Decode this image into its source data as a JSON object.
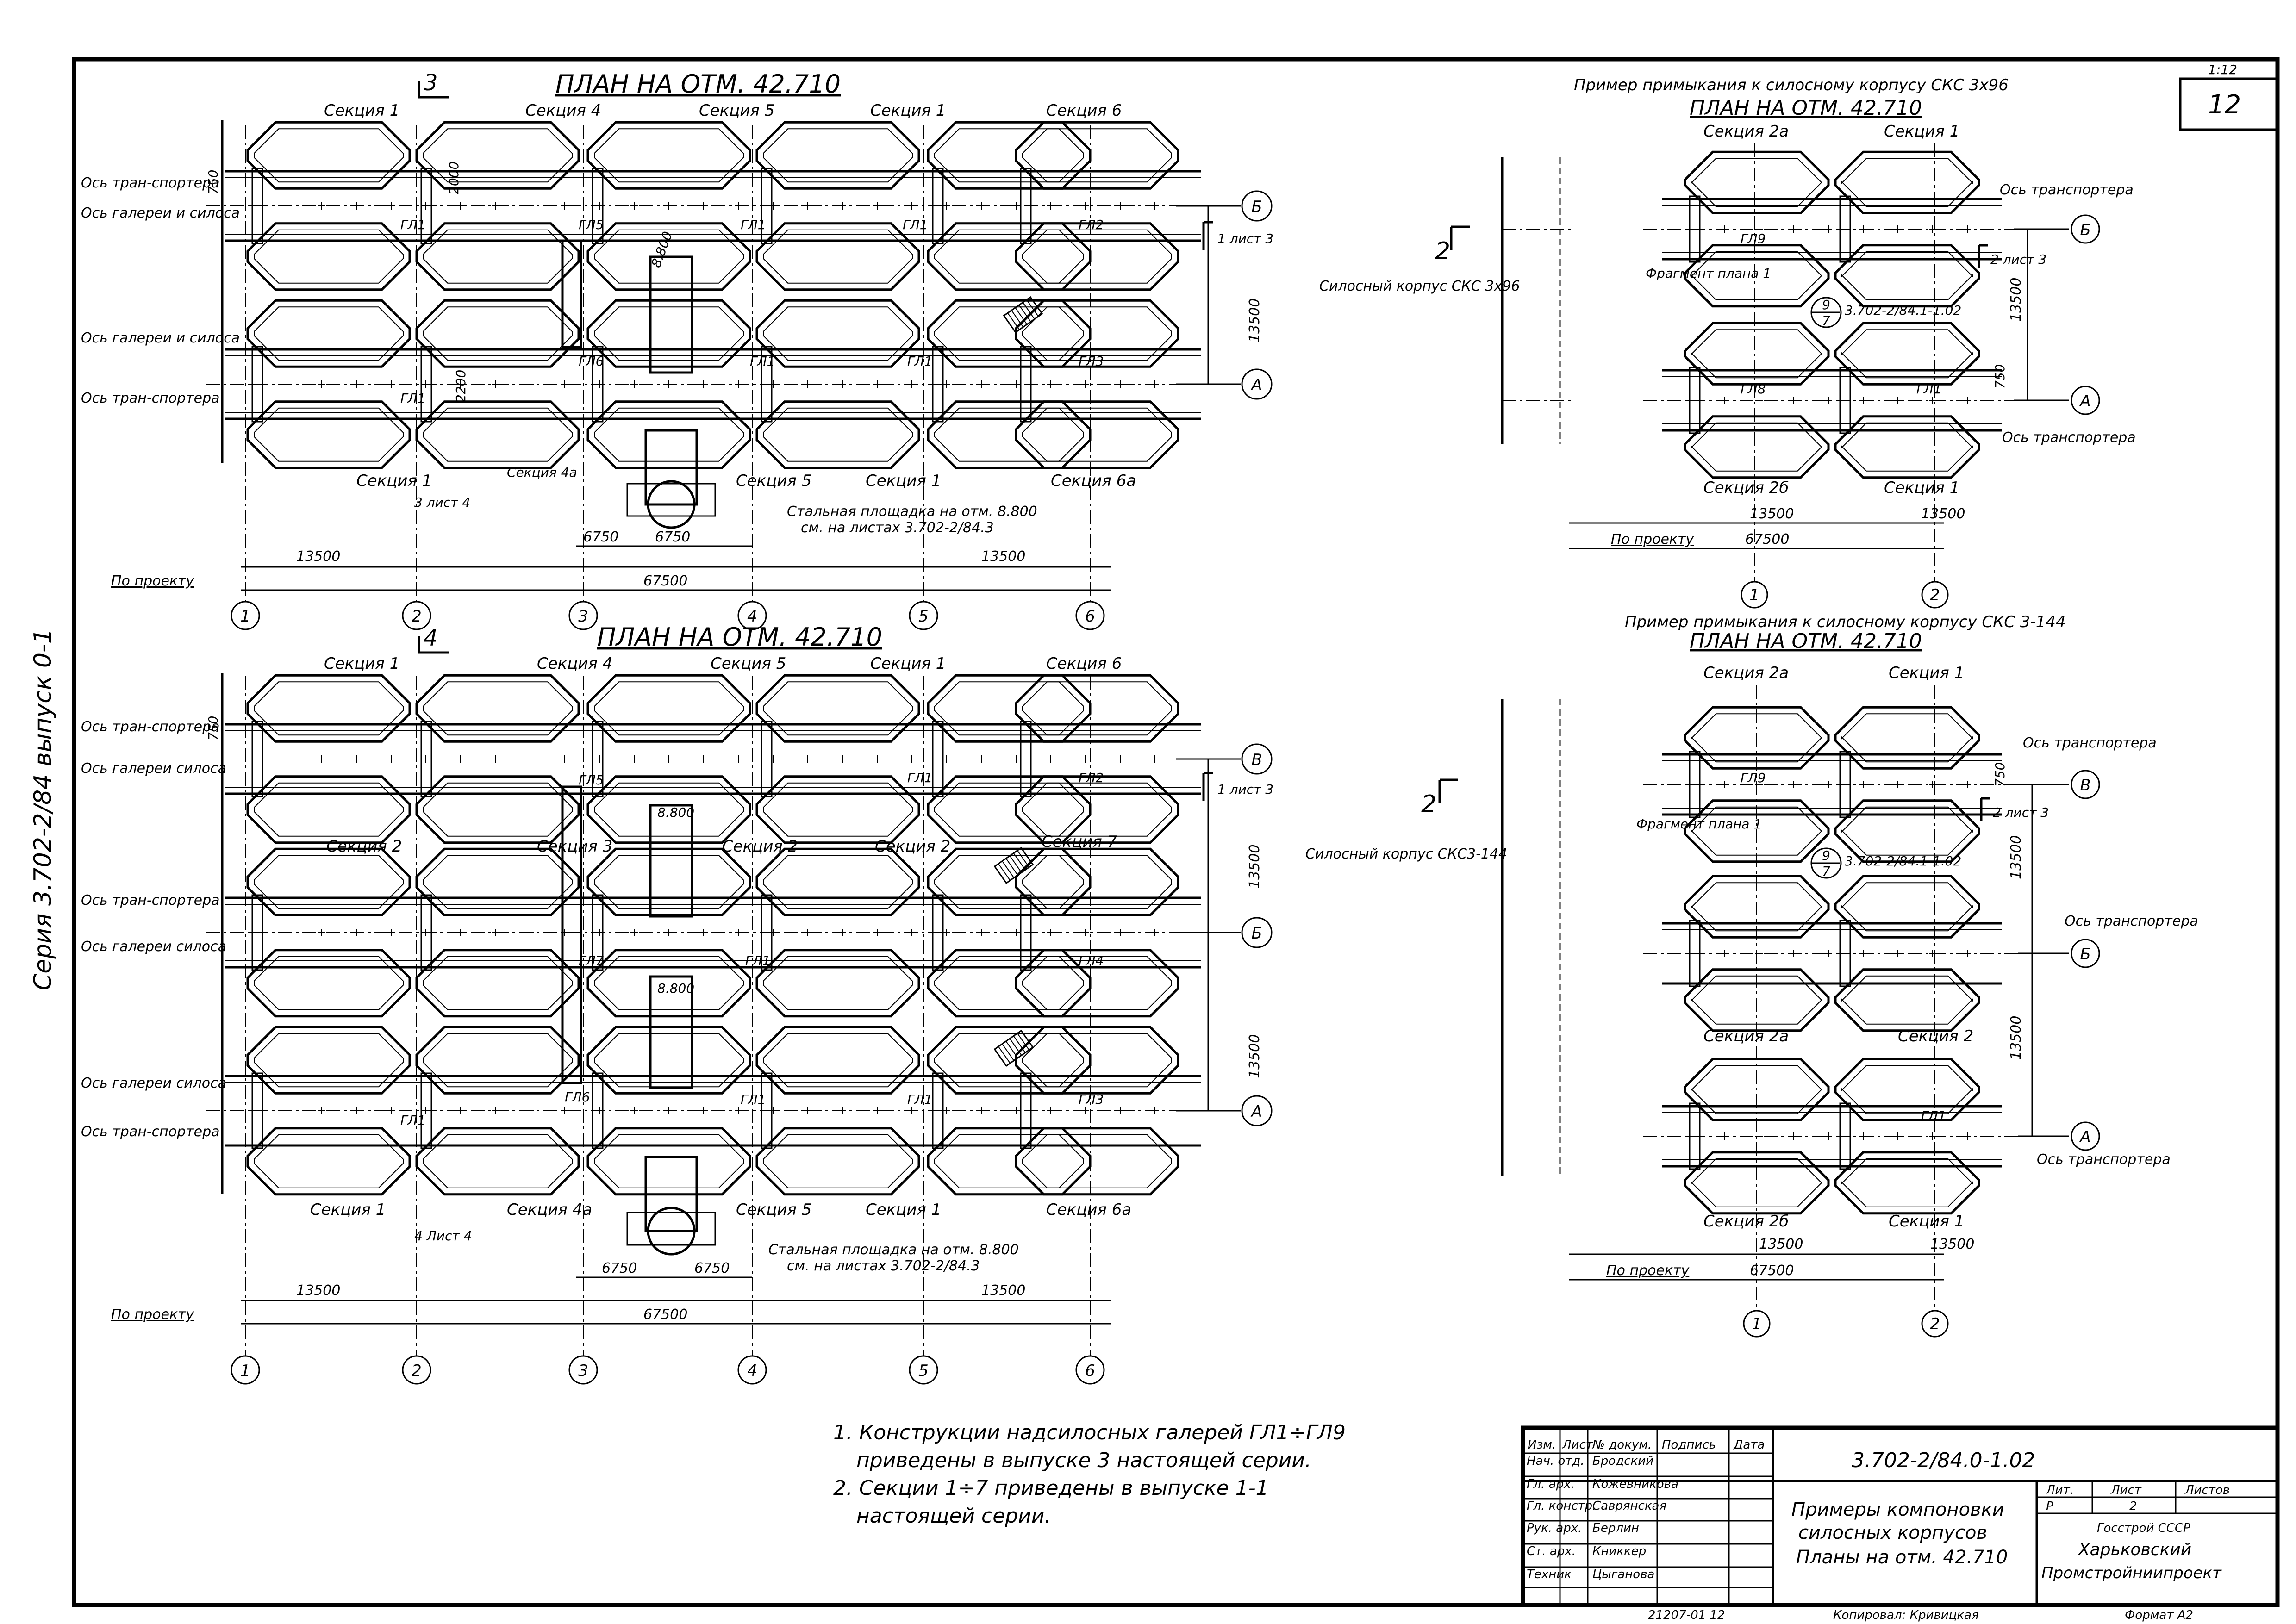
{
  "sheet": {
    "series_side": "Серия 3.702-2/84 выпуск 0-1",
    "corner_top": "12",
    "corner_small": "1:12"
  },
  "plan_a": {
    "title": "ПЛАН НА ОТМ. 42.710",
    "cut_mark": "3",
    "sections_top": [
      "Секция 1",
      "Секция 4",
      "Секция 5",
      "Секция 1",
      "Секция 6"
    ],
    "sections_bottom": [
      "Секция 1",
      "Секция 4а",
      "Секция 5",
      "Секция 1",
      "Секция 6а"
    ],
    "galleries": [
      "ГЛ1",
      "ГЛ5",
      "ГЛ1",
      "ГЛ1",
      "ГЛ2",
      "ГЛ1",
      "ГЛ6",
      "ГЛ1",
      "ГЛ1",
      "ГЛ3"
    ],
    "left_labels": [
      "Ось тран-спортера",
      "Ось галереи и силоса",
      "Ось галереи и силоса",
      "Ось тран-спортера"
    ],
    "rows": [
      "Б",
      "А"
    ],
    "dims_side": [
      "750",
      "2000",
      "2200",
      "13500"
    ],
    "sheet_ref_right": "1 лист 3",
    "sheet_ref_bottom": "3 лист 4",
    "platform_mark": "8.800",
    "platform_note": [
      "Стальная площадка на отм. 8.800",
      "см. на листах 3.702-2/84.3"
    ],
    "dims_bottom": [
      "6750",
      "6750",
      "13500",
      "13500",
      "67500"
    ],
    "project_label": "По проекту",
    "axes": [
      "1",
      "2",
      "3",
      "4",
      "5",
      "6"
    ]
  },
  "plan_b": {
    "title": "ПЛАН НА ОТМ. 42.710",
    "cut_mark": "4",
    "sections_top": [
      "Секция 1",
      "Секция 4",
      "Секция 5",
      "Секция 1",
      "Секция 6"
    ],
    "sections_mid": [
      "Секция 2",
      "Секция 3",
      "Секция 2",
      "Секция 2",
      "Секция 7"
    ],
    "sections_bottom": [
      "Секция 1",
      "Секция 4а",
      "Секция 5",
      "Секция 1",
      "Секция 6а"
    ],
    "galleries": [
      "ГЛ5",
      "ГЛ1",
      "ГЛ2",
      "ГЛ7",
      "ГЛ1",
      "ГЛ4",
      "ГЛ1",
      "ГЛ6",
      "ГЛ1",
      "ГЛ1",
      "ГЛ3"
    ],
    "left_labels": [
      "Ось тран-спортера",
      "Ось галереи силоса",
      "Ось тран-спортера",
      "Ось галереи силоса",
      "Ось галереи силоса",
      "Ось тран-спортера"
    ],
    "rows": [
      "В",
      "Б",
      "А"
    ],
    "dims_side": [
      "750",
      "13500",
      "13500"
    ],
    "sheet_ref_right": "1 лист 3",
    "sheet_ref_bottom": "4 Лист 4",
    "platform_mark": "8.800",
    "platform_note": [
      "Стальная площадка на отм. 8.800",
      "см. на листах 3.702-2/84.3"
    ],
    "dims_bottom": [
      "6750",
      "6750",
      "13500",
      "13500",
      "67500"
    ],
    "project_label": "По проекту",
    "axes": [
      "1",
      "2",
      "3",
      "4",
      "5",
      "6"
    ]
  },
  "example_a": {
    "heading": "Пример примыкания к силосному корпусу СКС 3х96",
    "title": "ПЛАН НА ОТМ. 42.710",
    "sections_top": [
      "Секция 2а",
      "Секция 1"
    ],
    "sections_bottom": [
      "Секция 2б",
      "Секция 1"
    ],
    "galleries": [
      "ГЛ9",
      "ГЛ8",
      "ГЛ1"
    ],
    "silo_label": "Силосный корпус СКС 3х96",
    "fragment": "Фрагмент плана 1",
    "fragment_ref": "3.702-2/84.1-1.02",
    "frag_num": "9",
    "frag_den": "7",
    "axis_labels": [
      "Ось транспортера",
      "Ось транспортера"
    ],
    "rows": [
      "Б",
      "А"
    ],
    "cut": "2",
    "sheet_ref": "2 лист 3",
    "dims_side": [
      "750",
      "13500"
    ],
    "dims_bottom": [
      "13500",
      "13500",
      "67500"
    ],
    "project_label": "По проекту",
    "axes": [
      "1",
      "2"
    ]
  },
  "example_b": {
    "heading": "Пример примыкания к силосному корпусу СКС 3-144",
    "title": "ПЛАН НА ОТМ. 42.710",
    "sections_top": [
      "Секция 2а",
      "Секция 1"
    ],
    "sections_mid": [
      "Секция 2а",
      "Секция 2"
    ],
    "sections_bottom": [
      "Секция 2б",
      "Секция 1"
    ],
    "galleries": [
      "ГЛ9",
      "ГЛ1"
    ],
    "silo_label": "Силосный корпус СКС3-144",
    "fragment": "Фрагмент плана 1",
    "fragment_ref": "3.702-2/84.1-1.02",
    "frag_num": "9",
    "frag_den": "7",
    "axis_labels": [
      "Ось транспортера",
      "Ось транспортера",
      "Ось транспортера"
    ],
    "rows": [
      "В",
      "Б",
      "А"
    ],
    "cut": "2",
    "sheet_ref": "2 лист 3",
    "dims_side": [
      "750",
      "13500",
      "13500"
    ],
    "dims_bottom": [
      "13500",
      "13500",
      "67500"
    ],
    "project_label": "По проекту",
    "axes": [
      "1",
      "2"
    ]
  },
  "notes": [
    "1. Конструкции надсилосных галерей ГЛ1÷ГЛ9",
    "приведены в выпуске 3 настоящей серии.",
    "2. Секции 1÷7 приведены в выпуске 1-1",
    "настоящей серии."
  ],
  "title_block": {
    "code": "3.702-2/84.0-1.02",
    "head": [
      "Изм.",
      "Лист",
      "№ докум.",
      "Подпись",
      "Дата"
    ],
    "roles": [
      "Нач. отд.",
      "Гл. арх.",
      "Гл. констр.",
      "Рук. арх.",
      "Ст. арх.",
      "Техник"
    ],
    "names": [
      "Бродский",
      "Кожевникова",
      "Саврянская",
      "Берлин",
      "Книккер",
      "Цыганова"
    ],
    "title_lines": [
      "Примеры компоновки",
      "силосных корпусов",
      "Планы на отм. 42.710"
    ],
    "lit_label": "Лит.",
    "sheet_label": "Лист",
    "sheets_label": "Листов",
    "lit": "Р",
    "sheet": "2",
    "org": [
      "Госстрой СССР",
      "Харьковский",
      "Промстройниипроект"
    ],
    "bottom_left": "21207-01  12",
    "bottom_mid": "Копировал: Кривицкая",
    "bottom_right": "Формат А2"
  }
}
